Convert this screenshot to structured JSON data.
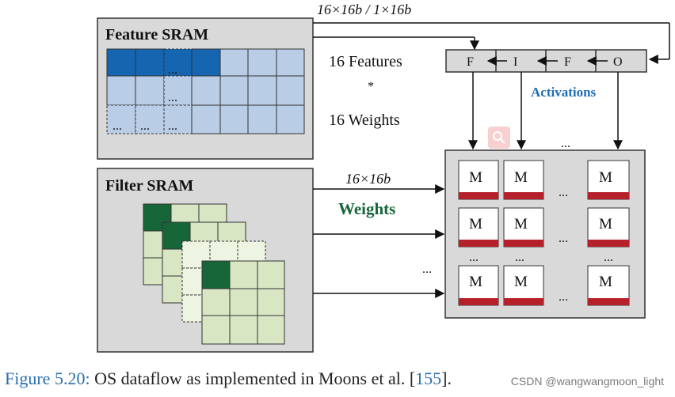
{
  "labels": {
    "feature_sram": "Feature SRAM",
    "filter_sram": "Filter SRAM",
    "bus_width": "16×16b / 1×16b",
    "features": "16 Features",
    "times": "*",
    "weights_count": "16 Weights",
    "activations": "Activations",
    "filter_width": "16×16b",
    "weights": "Weights",
    "ellipsis": "..."
  },
  "fifo": {
    "cells": [
      "F",
      "I",
      "F",
      "O"
    ]
  },
  "pe_array": {
    "pe_label": "M"
  },
  "caption": {
    "label": "Figure 5.20:",
    "text": " OS dataflow as implemented in Moons et al. [",
    "ref": "155",
    "end": "]."
  },
  "watermark": "CSDN @wangwangmoon_light",
  "colors": {
    "feature_dark": "#1565b0",
    "feature_light": "#b9cde6",
    "filter_dark": "#17663a",
    "filter_light": "#d8e6c4",
    "filter_lighter": "#eef4e2",
    "panel_gray": "#d9d9d9",
    "pe_bar": "#b5202a",
    "activations_text": "#1f6db4",
    "weights_text": "#17663a"
  }
}
